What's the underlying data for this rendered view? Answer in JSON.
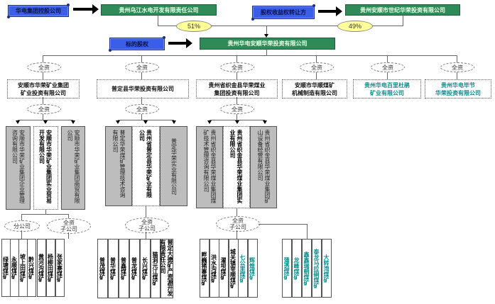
{
  "top": {
    "controller_label": "华电集团控股公司",
    "wujiang_company": "贵州乌江水电开发有限责任公司",
    "transferor_label": "股权收益权转让方",
    "shiji_company": "贵州安顺市世纪华荣投资有限公司",
    "pct_wujiang": "51%",
    "pct_shiji": "49%",
    "target_label": "标的股权",
    "target_company": "贵州华电安顺华荣投资有限公司"
  },
  "level1": {
    "ownership_label": "全资",
    "companies": [
      {
        "name": "安顺市华荣矿业集团矿业投资有限公司",
        "line1": "安顺市华荣矿业集团",
        "line2": "矿业投资有限公司",
        "color": "black"
      },
      {
        "name": "普定县华荣投资有限公司",
        "line1": "普定县华荣投资有限公司",
        "line2": "",
        "color": "black"
      },
      {
        "name": "贵州省织金县华荣煤业集团投资有限公司",
        "line1": "贵州省织金县华荣煤业",
        "line2": "集团投资有限公司",
        "color": "black"
      },
      {
        "name": "安顺市华顺煤矿机械制造有限公司",
        "line1": "安顺市华顺煤矿",
        "line2": "机械制造有限公司",
        "color": "black"
      },
      {
        "name": "贵州华电百里杜鹃矿业有限公司",
        "line1": "贵州华电百里杜鹃",
        "line2": "矿业有限公司",
        "color": "teal"
      },
      {
        "name": "贵州华电毕节华荣投资有限公司",
        "line1": "贵州华电毕节",
        "line2": "华荣投资有限公司",
        "color": "teal"
      }
    ]
  },
  "level2": {
    "ownership_label": "全资",
    "groups": [
      {
        "subs": [
          {
            "text": "安顺市华荣矿业集团企业管理咨询有限公司",
            "style": "gray"
          },
          {
            "text": "安顺市华荣矿业集团实业贸易开发有限公司",
            "style": "white"
          },
          {
            "text": "安顺市华荣矿业集团商贸有限公司",
            "style": "gray"
          }
        ]
      },
      {
        "subs": [
          {
            "text": "普定华荣煤矿管理技术咨询有限公司",
            "style": "gray"
          },
          {
            "text": "贵州省普定县华荣矿业有限公司",
            "style": "white"
          },
          {
            "text": "普定华荣实业有限公司",
            "style": "gray"
          }
        ]
      },
      {
        "subs": [
          {
            "text": "贵州省织金县华荣煤业集团煤矿技术管理咨询有限公司",
            "style": "gray"
          },
          {
            "text": "贵州省织金县华荣煤业集团实业有限公司",
            "style": "white"
          },
          {
            "text": "贵州省织金县华荣煤业集团矿山设备经营有限公司",
            "style": "gray"
          }
        ]
      }
    ]
  },
  "level3": {
    "branch_label": "分公司",
    "sub_label_line1": "全资",
    "sub_label_line2": "子公司",
    "group_a_branch": [
      "绿塘煤矿",
      "永顺煤矿",
      "坡上田煤矿",
      "黔兴煤矿"
    ],
    "group_a_sub": [
      "黄河沟煤矿",
      "杨柳田煤矿",
      "张家寨煤矿"
    ],
    "group_b": [
      "普茂煤矿",
      "普华煤矿",
      "普鑫煤矿",
      "普龙煤矿",
      "长兴煤矿",
      "猫洞元江煤矿",
      "普定大德矿产资源开发有限责任公司"
    ],
    "group_c": [
      {
        "name": "畔巍猪寨煤矿",
        "color": "black"
      },
      {
        "name": "洪水沟煤矿",
        "color": "black"
      },
      {
        "name": "濯坝煤矿",
        "color": "black"
      },
      {
        "name": "城关镇宰顺煤矿",
        "color": "black"
      },
      {
        "name": "七公里煤矿",
        "color": "teal"
      },
      {
        "name": "辉煌煤矿",
        "color": "teal"
      }
    ],
    "group_d": [
      "蒲透煤矿",
      "龙峰煤矿",
      "鑫鑫瑞朝煤矿",
      "泰龙马拉硐煤矿",
      "大转湾煤矿"
    ]
  },
  "colors": {
    "scroll_blue": "#3a5ee8",
    "company_green": "#2e8b57",
    "pct_yellow": "#ffff99",
    "teal_text": "#0a8c8c",
    "gray_box": "#bdbdbd"
  }
}
